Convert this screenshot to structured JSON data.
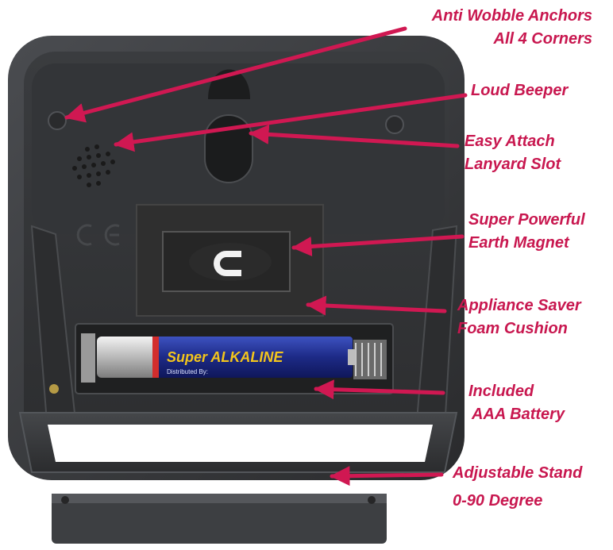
{
  "colors": {
    "label": "#c8174f",
    "arrow": "#d01852",
    "device_body": "#3b3d40",
    "device_face": "#2d2f31",
    "foam": "#323232",
    "battery_blue": "#1f2f8f",
    "battery_silver": "#c9c9c9",
    "background": "#ffffff"
  },
  "product_photo": {
    "subject": "digital timer back view",
    "battery_brand_text": "Super ALKALINE",
    "battery_small_text": "Distributed By:"
  },
  "callouts": [
    {
      "id": "anchors",
      "lines": [
        "Anti Wobble Anchors",
        "All 4 Corners"
      ]
    },
    {
      "id": "beeper",
      "lines": [
        "Loud Beeper"
      ]
    },
    {
      "id": "lanyard",
      "lines": [
        "Easy Attach",
        "Lanyard Slot"
      ]
    },
    {
      "id": "magnet",
      "lines": [
        "Super Powerful",
        "Earth Magnet"
      ]
    },
    {
      "id": "foam",
      "lines": [
        "Appliance Saver",
        "Foam Cushion"
      ]
    },
    {
      "id": "battery",
      "lines": [
        "Included",
        "AAA Battery"
      ]
    },
    {
      "id": "stand",
      "lines": [
        "Adjustable Stand",
        "0-90 Degree"
      ]
    }
  ]
}
